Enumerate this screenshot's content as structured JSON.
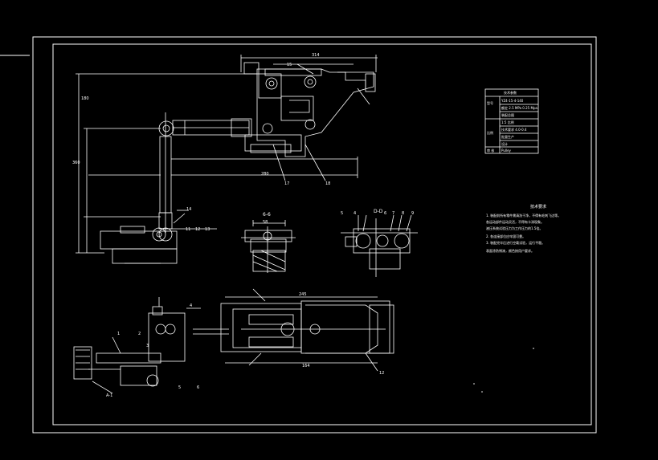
{
  "drawing": {
    "section_label_top": "6-6",
    "section_label_right": "D-D",
    "view_label_small": "A-1"
  },
  "balloons_top": [
    "15",
    "17",
    "18"
  ],
  "balloons_mid": [
    "11",
    "12",
    "13",
    "14"
  ],
  "balloons_right_section": [
    "5",
    "4",
    "6",
    "7",
    "8",
    "9"
  ],
  "balloons_left_view": [
    "1",
    "2",
    "3",
    "4",
    "5",
    "6"
  ],
  "balloon_lower_right": "12",
  "dimension_labels": [
    "314",
    "280",
    "360",
    "180",
    "245",
    "58",
    "164"
  ],
  "title_block": {
    "heading": "技术参数",
    "rows": [
      {
        "group": "型号",
        "text": "YZ4-15-4-140"
      },
      {
        "group": "",
        "text": "额定 2.5 MPa 0.25 Mpa"
      },
      {
        "group": "",
        "text": "装配总图"
      },
      {
        "group": "比例",
        "text": "1:5 比例"
      },
      {
        "group": "",
        "text": "技术要求 4.0-0.4"
      },
      {
        "group": "",
        "text": "批量生产"
      },
      {
        "group": "",
        "text": "设计"
      },
      {
        "group": "审 核",
        "text": "Pulley"
      }
    ]
  },
  "notes": {
    "heading": "技术要求",
    "lines": [
      "1. 装配前所有零件需清洗干净，不得有毛刺飞边等。",
      "   各运动部件运动灵活，不得有卡滞现象。",
      "   液压系统试验压力为工作压力的1.5倍。",
      "2. 各连接部位应牢固可靠。",
      "3. 装配完毕后进行空载试验，运行平稳。",
      "   表面涂防锈漆，颜色按用户要求。"
    ]
  },
  "colors": {
    "background": "#000000",
    "lines": "#ffffff"
  }
}
